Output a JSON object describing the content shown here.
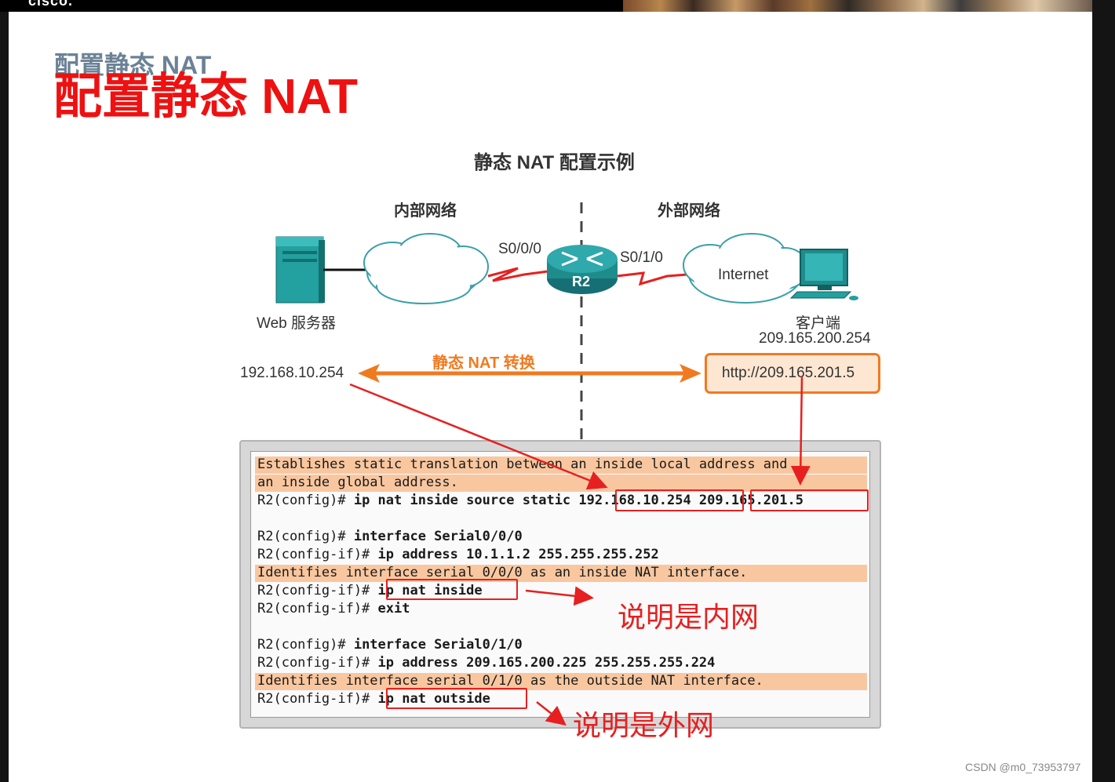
{
  "header": {
    "logo_text": "cisco."
  },
  "slide": {
    "subtitle": "配置静态 NAT",
    "title": "配置静态 NAT"
  },
  "diagram": {
    "title": "静态 NAT 配置示例",
    "inside_label": "内部网络",
    "outside_label": "外部网络",
    "s000": "S0/0/0",
    "s010": "S0/1/0",
    "router_label": "R2",
    "internet_label": "Internet",
    "server_label": "Web 服务器",
    "client_label": "客户端",
    "client_ip": "209.165.200.254",
    "inside_ip": "192.168.10.254",
    "nat_label": "静态 NAT 转换",
    "url": "http://209.165.201.5"
  },
  "console": {
    "lines": [
      {
        "p": "",
        "c": "Establishes static translation between an inside local address and",
        "hl": true
      },
      {
        "p": "",
        "c": "an inside global address.",
        "hl": true
      },
      {
        "p": "R2(config)# ",
        "c": "ip nat inside source static 192.168.10.254 209.165.201.5",
        "bold": true
      },
      {
        "p": "",
        "c": ""
      },
      {
        "p": "R2(config)# ",
        "c": "interface Serial0/0/0",
        "bold": true
      },
      {
        "p": "R2(config-if)# ",
        "c": "ip address 10.1.1.2 255.255.255.252",
        "bold": true
      },
      {
        "p": "",
        "c": "Identifies interface serial 0/0/0 as an inside NAT interface.",
        "hl": true
      },
      {
        "p": "R2(config-if)# ",
        "c": "ip nat inside",
        "bold": true
      },
      {
        "p": "R2(config-if)# ",
        "c": "exit",
        "bold": true
      },
      {
        "p": "",
        "c": ""
      },
      {
        "p": "R2(config)# ",
        "c": "interface Serial0/1/0",
        "bold": true
      },
      {
        "p": "R2(config-if)# ",
        "c": "ip address 209.165.200.225 255.255.255.224",
        "bold": true
      },
      {
        "p": "",
        "c": "Identifies interface serial 0/1/0 as the outside NAT interface.",
        "hl": true
      },
      {
        "p": "R2(config-if)# ",
        "c": "ip nat outside",
        "bold": true
      }
    ]
  },
  "annotations": {
    "inside_note": "说明是内网",
    "outside_note": "说明是外网"
  },
  "watermark": "CSDN @m0_73953797",
  "colors": {
    "title_red": "#ee1111",
    "subtitle_gray": "#6b8296",
    "nat_orange": "#f07a20",
    "annotation_red": "#e62020",
    "device_teal": "#1f8c8c"
  }
}
